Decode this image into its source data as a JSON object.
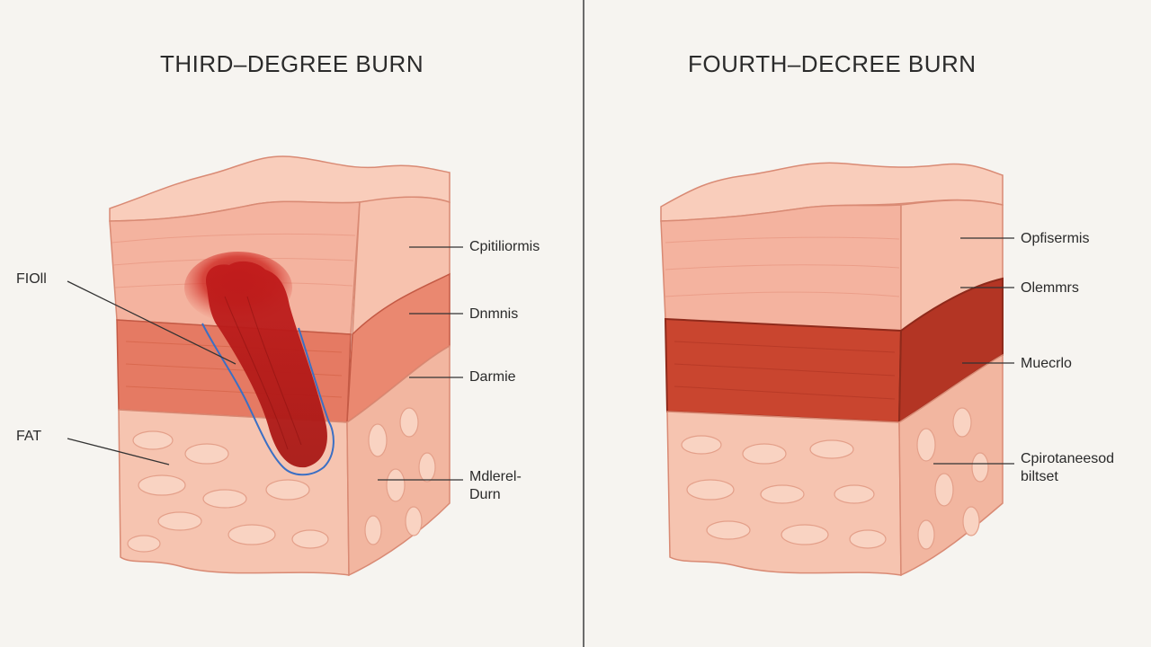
{
  "left": {
    "title": "THIRD–DEGREE BURN",
    "labels": {
      "epidermis": "Cpitiliormis",
      "dermis": "Dnmnis",
      "dermie": "Darmie",
      "partial_line1": "Mdlerel-",
      "partial_line2": "Durn",
      "burn": "FIOll",
      "fat": "FAT"
    }
  },
  "right": {
    "title": "FOURTH–DECREE BURN",
    "labels": {
      "epidermis": "Opfisermis",
      "dermis": "Olemmrs",
      "muscle": "Muecrlo",
      "subcut_line1": "Cpirotaneesod",
      "subcut_line2": "biltset"
    }
  },
  "colors": {
    "background": "#f6f4f0",
    "epidermis": "#f6b9a4",
    "dermis": "#e67e68",
    "fat": "#f6c7b3",
    "burn": "#c62a22",
    "outline": "#3b6fc4",
    "muscle": "#c9452f"
  }
}
